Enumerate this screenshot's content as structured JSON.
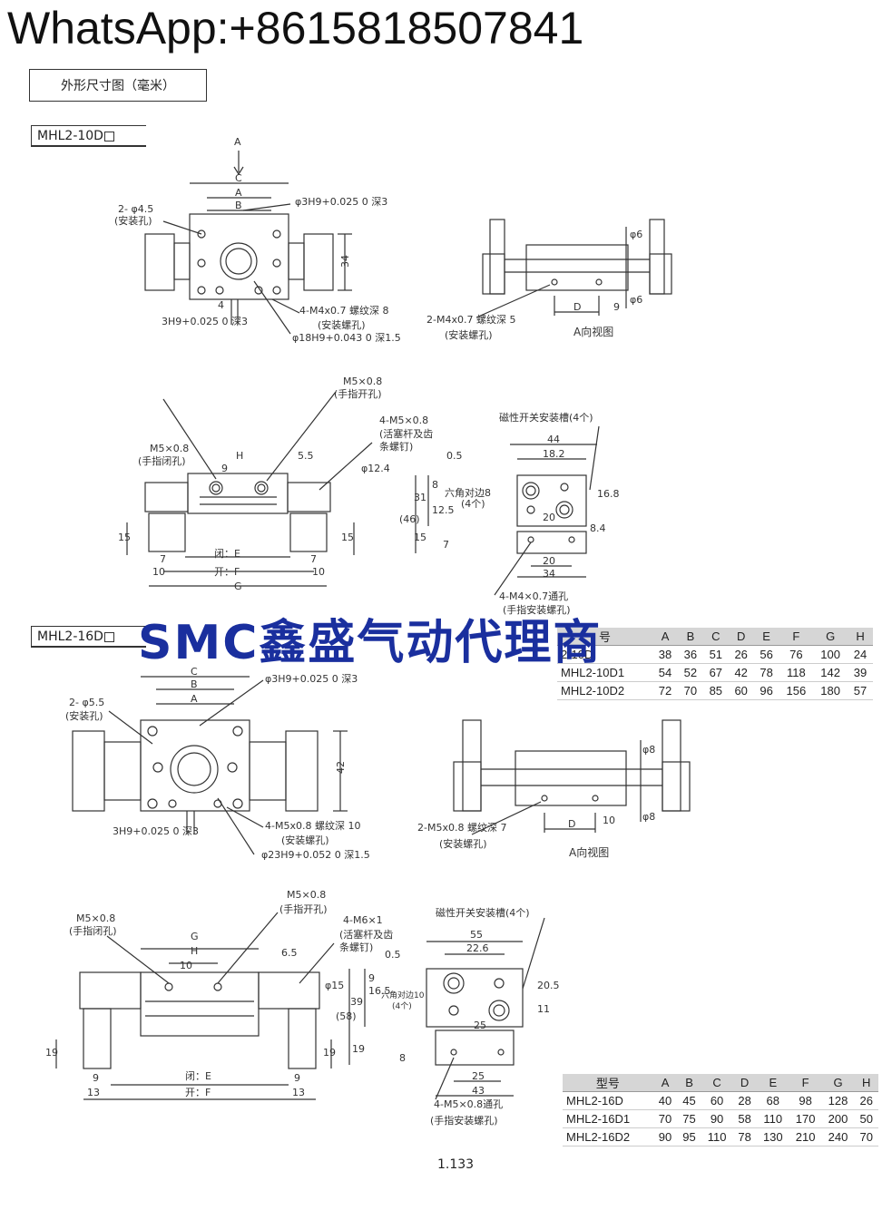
{
  "header": {
    "whatsapp": "WhatsApp:+8615818507841"
  },
  "section_title": "外形尺寸图（毫米）",
  "model1": {
    "label": "MHL2-10D",
    "labels": {
      "arrow": "A",
      "C": "C",
      "A": "A",
      "B": "B",
      "hole": "2- φ4.5",
      "hole_note": "(安装孔)",
      "pin": "φ3H9+0.025 0 深3",
      "dim34": "34",
      "dim4": "4",
      "pin2": "3H9+0.025 0 深3",
      "tap": "4-M4x0.7 螺纹深 8",
      "tap_note": "(安装螺孔)",
      "bore": "φ18H9+0.043 0 深1.5",
      "side_tap": "2-M4x0.7 螺纹深 5",
      "side_note": "(安装螺孔)",
      "view": "A向视图",
      "d6a": "φ6",
      "d6b": "φ6",
      "D": "D",
      "n9": "9",
      "m5_open": "M5×0.8",
      "m5_open_note": "(手指开孔)",
      "m5_close": "M5×0.8",
      "m5_close_note": "(手指闭孔)",
      "m5_piston": "4-M5×0.8",
      "m5_piston_note1": "(活塞杆及齿",
      "m5_piston_note2": "条螺钉)",
      "H": "H",
      "n9b": "9",
      "n55": "5.5",
      "d124": "φ12.4",
      "n15a": "15",
      "n15b": "15",
      "n7a": "7",
      "n7b": "7",
      "n10a": "10",
      "n10b": "10",
      "close_E": "闭：E",
      "open_F": "开：F",
      "G": "G",
      "slot": "磁性开关安装槽(4个)",
      "n44": "44",
      "n182": "18.2",
      "n05": "0.5",
      "n8": "8",
      "n31": "31",
      "n125": "12.5",
      "n46": "(46)",
      "hex": "六角对边8",
      "hex_note": "(4个)",
      "n20a": "20",
      "n168": "16.8",
      "n84": "8.4",
      "n15c": "15",
      "n7c": "7",
      "n20b": "20",
      "n34b": "34",
      "through": "4-M4×0.7通孔",
      "through_note": "(手指安装螺孔)"
    }
  },
  "model2": {
    "label": "MHL2-16D",
    "labels": {
      "B": "B",
      "C": "C",
      "A": "A",
      "hole": "2- φ5.5",
      "hole_note": "(安装孔)",
      "pin": "φ3H9+0.025 0 深3",
      "dim42": "42",
      "pin2": "3H9+0.025 0 深3",
      "tap": "4-M5x0.8 螺纹深 10",
      "tap_note": "(安装螺孔)",
      "bore": "φ23H9+0.052 0 深1.5",
      "side_tap": "2-M5x0.8 螺纹深 7",
      "side_note": "(安装螺孔)",
      "view": "A向视图",
      "d8a": "φ8",
      "d8b": "φ8",
      "D": "D",
      "n10": "10",
      "m5_open": "M5×0.8",
      "m5_open_note": "(手指开孔)",
      "m5_close": "M5×0.8",
      "m5_close_note": "(手指闭孔)",
      "m6": "4-M6×1",
      "m6_note1": "(活塞杆及齿",
      "m6_note2": "条螺钉)",
      "G": "G",
      "H": "H",
      "n10b": "10",
      "n65": "6.5",
      "d15": "φ15",
      "n19a": "19",
      "n19b": "19",
      "n9a": "9",
      "n9b": "9",
      "n13a": "13",
      "n13b": "13",
      "close_E": "闭：E",
      "open_F": "开：F",
      "slot": "磁性开关安装槽(4个)",
      "n55": "55",
      "n226": "22.6",
      "n05": "0.5",
      "n9": "9",
      "n165": "16.5",
      "n39": "39",
      "n58": "(58)",
      "hex": "六角对边10",
      "hex_note": "(4个)",
      "n205": "20.5",
      "n11": "11",
      "n25a": "25",
      "n19c": "19",
      "n8": "8",
      "n25b": "25",
      "n43": "43",
      "through": "4-M5×0.8通孔",
      "through_note": "(手指安装螺孔)"
    }
  },
  "watermark": "SMC鑫盛气动代理商",
  "table1": {
    "headers": [
      "号",
      "A",
      "B",
      "C",
      "D",
      "E",
      "F",
      "G",
      "H"
    ],
    "rows": [
      [
        "2-10D",
        "38",
        "36",
        "51",
        "26",
        "56",
        "76",
        "100",
        "24"
      ],
      [
        "MHL2-10D1",
        "54",
        "52",
        "67",
        "42",
        "78",
        "118",
        "142",
        "39"
      ],
      [
        "MHL2-10D2",
        "72",
        "70",
        "85",
        "60",
        "96",
        "156",
        "180",
        "57"
      ]
    ]
  },
  "table2": {
    "headers": [
      "型号",
      "A",
      "B",
      "C",
      "D",
      "E",
      "F",
      "G",
      "H"
    ],
    "rows": [
      [
        "MHL2-16D",
        "40",
        "45",
        "60",
        "28",
        "68",
        "98",
        "128",
        "26"
      ],
      [
        "MHL2-16D1",
        "70",
        "75",
        "90",
        "58",
        "110",
        "170",
        "200",
        "50"
      ],
      [
        "MHL2-16D2",
        "90",
        "95",
        "110",
        "78",
        "130",
        "210",
        "240",
        "70"
      ]
    ]
  },
  "page_number": "1.133"
}
